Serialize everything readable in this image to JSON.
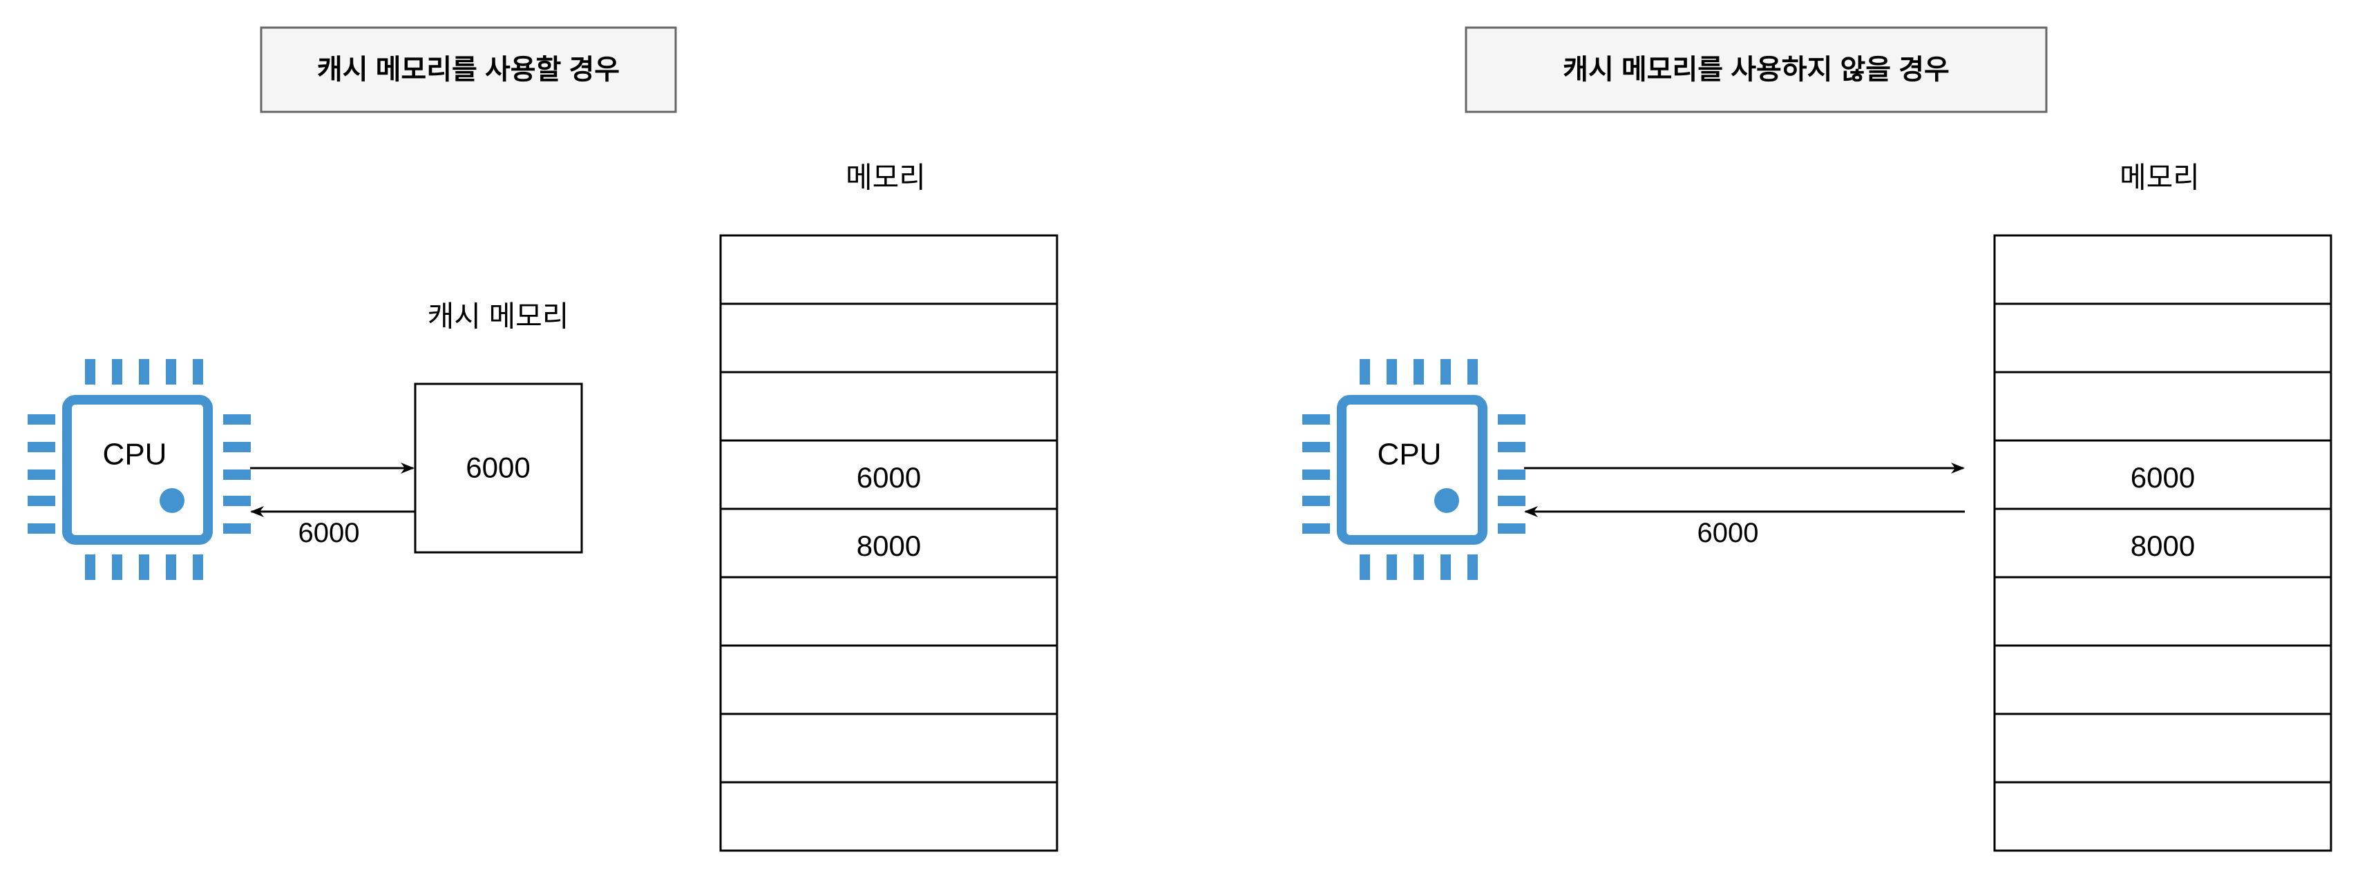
{
  "colors": {
    "cpu_blue": "#4393d1",
    "title_box_fill": "#f5f5f5",
    "title_box_stroke": "#666666",
    "line": "#000000"
  },
  "left_panel": {
    "title": "캐시 메모리를 사용할 경우",
    "cpu_label": "CPU",
    "cache_label": "캐시 메모리",
    "cache_value": "6000",
    "return_value": "6000",
    "memory_label": "메모리",
    "memory_cells": [
      "",
      "",
      "",
      "6000",
      "8000",
      "",
      "",
      "",
      ""
    ]
  },
  "right_panel": {
    "title": "캐시 메모리를 사용하지 않을 경우",
    "cpu_label": "CPU",
    "return_value": "6000",
    "memory_label": "메모리",
    "memory_cells": [
      "",
      "",
      "",
      "6000",
      "8000",
      "",
      "",
      "",
      ""
    ]
  }
}
